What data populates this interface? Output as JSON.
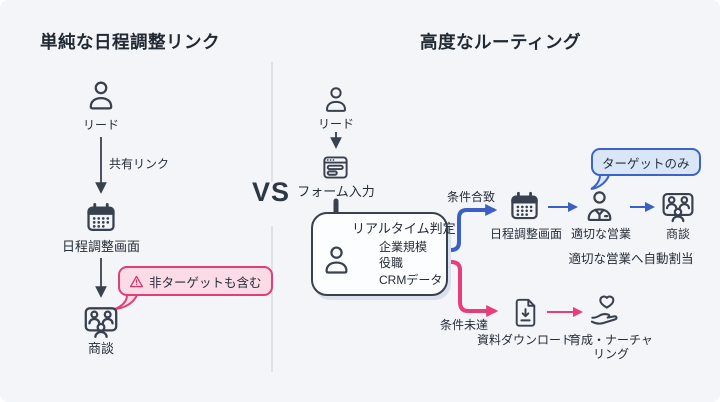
{
  "meta": {
    "vs": "VS"
  },
  "colors": {
    "background": "#f3f5f9",
    "stroke_dark": "#39414e",
    "accent_blue": "#3a5fc5",
    "accent_pink": "#e73d7a",
    "bubble_pink_bg": "#fadbe6",
    "bubble_blue_bg": "#d9e6f7"
  },
  "left": {
    "title": "単純な日程調整リンク",
    "lead": "リード",
    "shared_link": "共有リンク",
    "scheduler": "日程調整画面",
    "meeting": "商談",
    "warning_bubble": "非ターゲットも含む"
  },
  "right": {
    "title": "高度なルーティング",
    "lead": "リード",
    "form": "フォーム入力",
    "judge": {
      "title": "リアルタイム判定",
      "items": [
        "企業規模",
        "役職",
        "CRMデータ"
      ]
    },
    "match": "条件合致",
    "unmatch": "条件未達",
    "scheduler": "日程調整画面",
    "sales": "適切な営業",
    "meeting": "商談",
    "auto_assign": "適切な営業へ自動割当",
    "target_bubble": "ターゲットのみ",
    "download": "資料ダウンロード",
    "nurture1": "育成・ナーチャ",
    "nurture2": "リング"
  }
}
